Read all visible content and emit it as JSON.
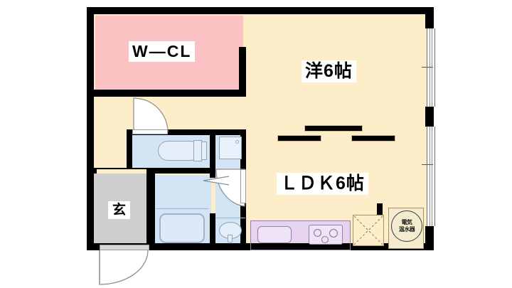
{
  "plan": {
    "type": "floor-plan",
    "title": "",
    "rooms": [
      {
        "key": "wcl",
        "label": "W—CL",
        "fill": "#fac2c2",
        "note": "walk-in closet"
      },
      {
        "key": "yoshitsu",
        "label": "洋6帖",
        "fill": "#fdedc8",
        "note": "western room 6 tatami"
      },
      {
        "key": "ldk",
        "label": "ＬＤＫ6帖",
        "fill": "#fdedc8",
        "note": "living dining kitchen 6 tatami"
      },
      {
        "key": "genkan",
        "label": "玄",
        "fill": "#cfcfcf",
        "note": "entrance"
      }
    ],
    "fixtures": [
      {
        "key": "bathtub",
        "name": "bathtub",
        "fill": "#dce9f7"
      },
      {
        "key": "toilet",
        "name": "toilet",
        "fill": "#dce9f7"
      },
      {
        "key": "washbasin",
        "name": "washbasin",
        "fill": "#dce9f7"
      },
      {
        "key": "mirror",
        "name": "mirror-cabinet",
        "fill": "#e8f1fa"
      },
      {
        "key": "sink",
        "name": "kitchen-sink",
        "fill": "#efe3f6"
      },
      {
        "key": "stove",
        "name": "gas-stove-3-burner",
        "fill": "#efe3f6"
      },
      {
        "key": "washer",
        "name": "washing-machine-space",
        "fill": "#fdedc8"
      }
    ],
    "appliance": {
      "water_heater_label_line1": "電気",
      "water_heater_label_line2": "温水器",
      "water_heater_full": "電気温水器"
    },
    "colors": {
      "wall": "#000000",
      "floor": "#fdedc8",
      "closet": "#fac2c2",
      "water": "#dce9f7",
      "entrance": "#cfcfcf",
      "kitchen": "#efe3f6",
      "background": "#ffffff"
    },
    "windows": [
      {
        "key": "east-upper",
        "side": "east"
      },
      {
        "key": "east-lower",
        "side": "east"
      }
    ],
    "doors": [
      {
        "key": "entrance-door",
        "type": "swing-out"
      },
      {
        "key": "hall-door",
        "type": "swing-in"
      },
      {
        "key": "bath-door",
        "type": "swing-in"
      },
      {
        "key": "toilet-door",
        "type": "sliding"
      }
    ]
  }
}
